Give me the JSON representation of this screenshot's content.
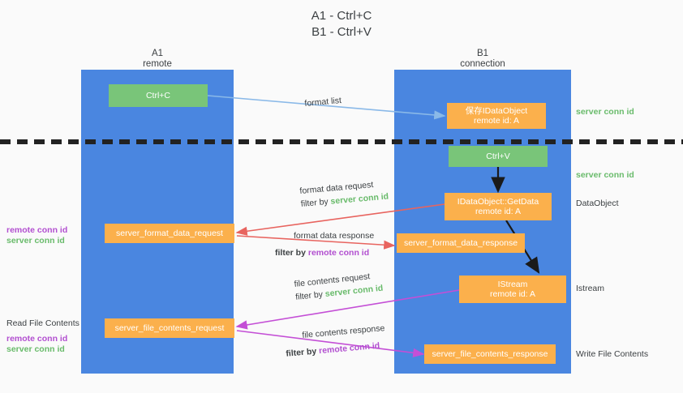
{
  "title": {
    "line1": "A1 - Ctrl+C",
    "line2": "B1 - Ctrl+V"
  },
  "lanes": [
    {
      "name": "A1",
      "sub": "remote"
    },
    {
      "name": "B1",
      "sub": "connection"
    }
  ],
  "nodes": {
    "ctrl_c": {
      "label": "Ctrl+C"
    },
    "ctrl_v": {
      "label": "Ctrl+V"
    },
    "idataobject": {
      "line1": "保存IDataObject",
      "line2": "remote id: A"
    },
    "getdata": {
      "line1": "IDataObject::GetData",
      "line2": "remote id: A"
    },
    "istream": {
      "line1": "IStream",
      "line2": "remote id: A"
    },
    "format_req": {
      "label": "server_format_data_request"
    },
    "format_resp": {
      "label": "server_format_data_response"
    },
    "file_req": {
      "label": "server_file_contents_request"
    },
    "file_resp": {
      "label": "server_file_contents_response"
    }
  },
  "edge_labels": {
    "format_list": "format list",
    "format_data_request": "format data request",
    "format_data_response": "format data response",
    "file_contents_request": "file contents request",
    "file_contents_response": "file contents response",
    "filter_by": "filter by",
    "server_conn_id": "server conn id",
    "remote_conn_id": "remote conn id"
  },
  "side_labels": {
    "right_server_conn_top": "server conn id",
    "right_server_conn_mid": "server conn id",
    "right_dataobject": "DataObject",
    "right_istream": "Istream",
    "right_write_file": "Write File Contents",
    "left_read_file": "Read File Contents",
    "left_remote_conn_1": "remote conn id",
    "left_server_conn_1": "server conn id",
    "left_remote_conn_2": "remote conn id",
    "left_server_conn_2": "server conn id"
  },
  "colors": {
    "lane": "#4a86e0",
    "green_node": "#79c579",
    "orange_node": "#fbb04c",
    "server_conn": "#69bb6b",
    "remote_conn": "#b24fd0",
    "arrow_blue": "#8ab9e8",
    "arrow_red": "#e8645f",
    "arrow_purple": "#c44fd6",
    "arrow_dark": "#1a1a1a",
    "background": "#fafafa"
  }
}
